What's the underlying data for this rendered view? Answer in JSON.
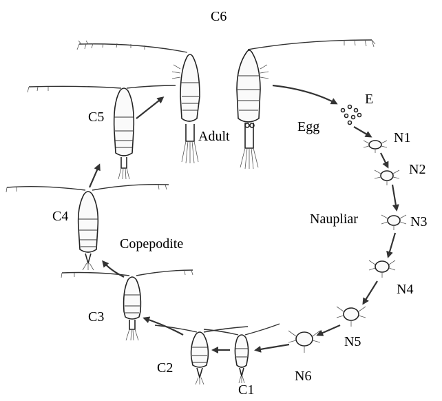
{
  "labels": {
    "c6": "C6",
    "c5": "C5",
    "c4": "C4",
    "c3": "C3",
    "c2": "C2",
    "c1": "C1",
    "adult": "Adult",
    "egg": "Egg",
    "e": "E",
    "n1": "N1",
    "n2": "N2",
    "n3": "N3",
    "n4": "N4",
    "n5": "N5",
    "n6": "N6",
    "naupliar": "Naupliar",
    "copepodite": "Copepodite"
  }
}
